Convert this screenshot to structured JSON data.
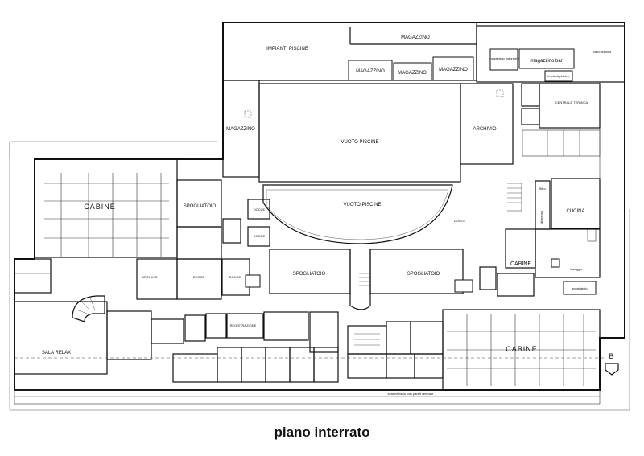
{
  "title": "piano interrato",
  "rooms": {
    "impianti_piscine": "IMPIANTI PISCINE",
    "magazzino_top": "MAGAZZINO",
    "magazzino_1": "MAGAZZINO",
    "magazzino_2": "MAGAZZINO",
    "magazzino_3": "MAGAZZINO",
    "magazzino_left": "MAGAZZINO",
    "magazzino_ristorante": "magazzino ristorante",
    "magazzino_bar": "magazzino bar",
    "impianti_piscine_small": "impianti piscine",
    "vano_tecnico": "vano tecnico",
    "centrale_termica": "CENTRALE TERMICA",
    "vuoto_piscine_1": "VUOTO PISCINE",
    "vuoto_piscine_2": "VUOTO PISCINE",
    "archivio_1": "ARCHIVIO",
    "archivio_2": "ARCHIVIO",
    "cabine_1": "CABINE",
    "cabine_2": "CABINE",
    "cabine_3": "CABINE",
    "spogliatoio_1": "SPOGLIATOIO",
    "spogliatoio_2": "SPOGLIATOIO",
    "spogliatoio_3": "SPOGLIATOIO",
    "spogliatoio_4": "spogliatoio",
    "docce_1": "DOCCE",
    "docce_2": "DOCCE",
    "docce_3": "DOCCE",
    "docce_4": "DOCCE",
    "docce_5": "DOCCE",
    "filtro": "filtro",
    "dispensa": "dispensa",
    "cucina": "CUCINA",
    "lavaggio": "lavaggio",
    "sala_relax": "SALA RELAX",
    "registrazione": "REGISTRAZIONE",
    "scannafosso": "scannafosso con pareti ventrate",
    "marker_b": "B"
  }
}
